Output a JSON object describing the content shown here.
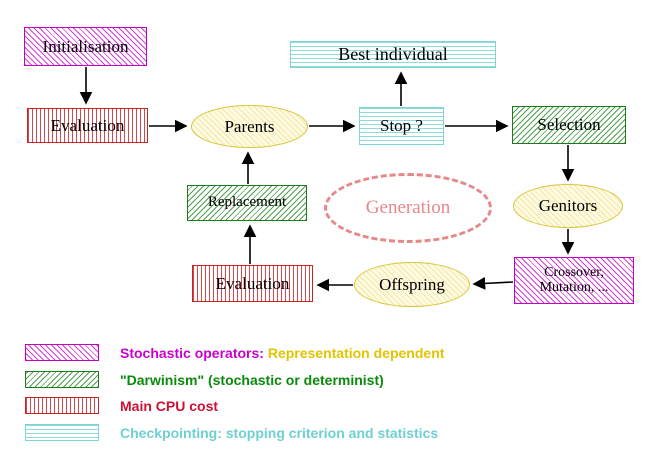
{
  "diagram": {
    "nodes": {
      "initialisation": {
        "label": "Initialisation"
      },
      "best_individual": {
        "label": "Best individual"
      },
      "evaluation_top": {
        "label": "Evaluation"
      },
      "parents": {
        "label": "Parents"
      },
      "stop": {
        "label": "Stop ?"
      },
      "selection": {
        "label": "Selection"
      },
      "replacement": {
        "label": "Replacement"
      },
      "generation": {
        "label": "Generation"
      },
      "genitors": {
        "label": "Genitors"
      },
      "evaluation_bottom": {
        "label": "Evaluation"
      },
      "offspring": {
        "label": "Offspring"
      },
      "crossover": {
        "line1": "Crossover,",
        "line2": "Mutation, ..."
      }
    },
    "legend": [
      {
        "swatch": "magenta-diagonal-hatch",
        "text": "Stochastic operators:",
        "text2": "Representation dependent"
      },
      {
        "swatch": "green-diagonal-hatch",
        "text": "\"Darwinism\" (stochastic or determinist)"
      },
      {
        "swatch": "red-vertical-stripes",
        "text": "Main CPU cost"
      },
      {
        "swatch": "cyan-horizontal-stripes",
        "text": "Checkpointing: stopping criterion and statistics"
      }
    ],
    "colors": {
      "magenta": "#cc00cc",
      "green": "#0b8a0b",
      "red": "#cc1133",
      "cyan": "#6fd0d0",
      "gold": "#e3c400",
      "salmon": "#e78888"
    }
  }
}
